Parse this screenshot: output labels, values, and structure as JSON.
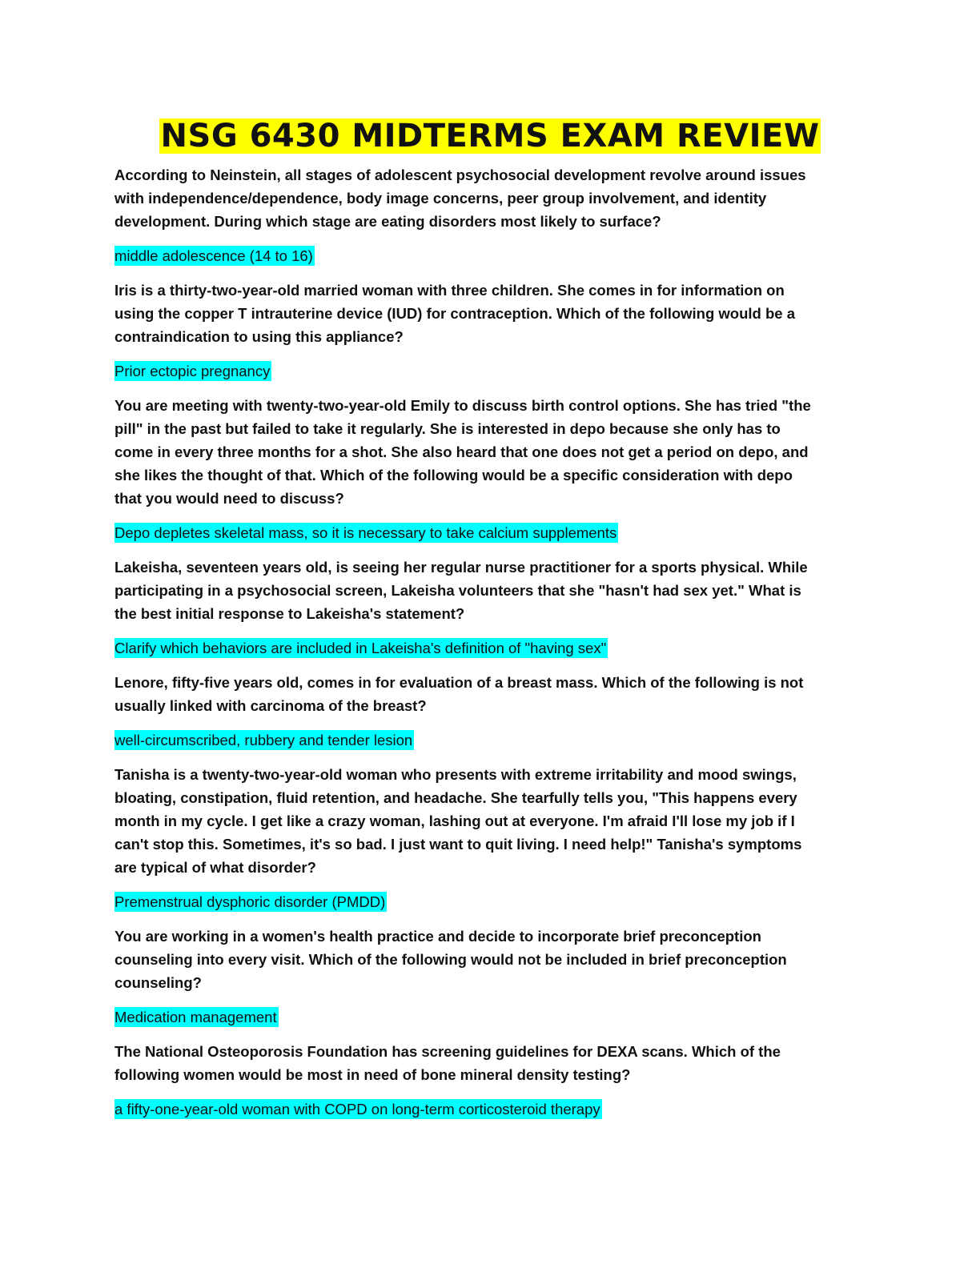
{
  "title": "NSG 6430 MIDTERMS EXAM REVIEW",
  "colors": {
    "title_highlight": "#ffff00",
    "answer_highlight": "#00ffff"
  },
  "items": [
    {
      "question": "According to Neinstein, all stages of adolescent psychosocial development revolve around issues with independence/dependence, body image concerns, peer group involvement, and identity development. During which stage are eating disorders most likely to surface?",
      "answer": "middle adolescence (14 to 16)"
    },
    {
      "question": "Iris is a thirty-two-year-old married woman with three children. She comes in for information on using the copper T intrauterine device (IUD) for contraception. Which of the following would be a contraindication to using this appliance?",
      "answer": "Prior ectopic pregnancy"
    },
    {
      "question": "You are meeting with twenty-two-year-old Emily to discuss birth control options. She has tried \"the pill\" in the past but failed to take it regularly. She is interested in depo because she only has to come in every three months for a shot. She also heard that one does not get a period on depo, and she likes the thought of that. Which of the following would be a specific consideration with depo that you would need to discuss?",
      "answer": "Depo depletes skeletal mass, so it is necessary to take calcium supplements"
    },
    {
      "question": "Lakeisha, seventeen years old, is seeing her regular nurse practitioner for a sports physical. While participating in a psychosocial screen, Lakeisha volunteers that she \"hasn't had sex yet.\" What is the best initial response to Lakeisha's statement?",
      "answer": "Clarify which behaviors are included in Lakeisha's definition of \"having sex\""
    },
    {
      "question": "Lenore, fifty-five years old, comes in for evaluation of a breast mass. Which of the following is not usually linked with carcinoma of the breast?",
      "answer": "well-circumscribed, rubbery and tender lesion"
    },
    {
      "question": "Tanisha is a twenty-two-year-old woman who presents with extreme irritability and mood swings, bloating, constipation, fluid retention, and headache. She tearfully tells you, \"This happens every month in my cycle. I get like a crazy woman, lashing out at everyone. I'm afraid I'll lose my job if I can't stop this. Sometimes, it's so bad. I just want to quit living. I need help!\" Tanisha's symptoms are typical of what disorder?",
      "answer": "Premenstrual dysphoric disorder (PMDD)"
    },
    {
      "question": "You are working in a women's health practice and decide to incorporate brief preconception counseling into every visit. Which of the following would not be included in brief preconception counseling?",
      "answer": "Medication management"
    },
    {
      "question": "The National Osteoporosis Foundation has screening guidelines for DEXA scans. Which of the following women would be most in need of bone mineral density testing?",
      "answer": "a fifty-one-year-old woman with COPD on long-term corticosteroid therapy"
    }
  ]
}
